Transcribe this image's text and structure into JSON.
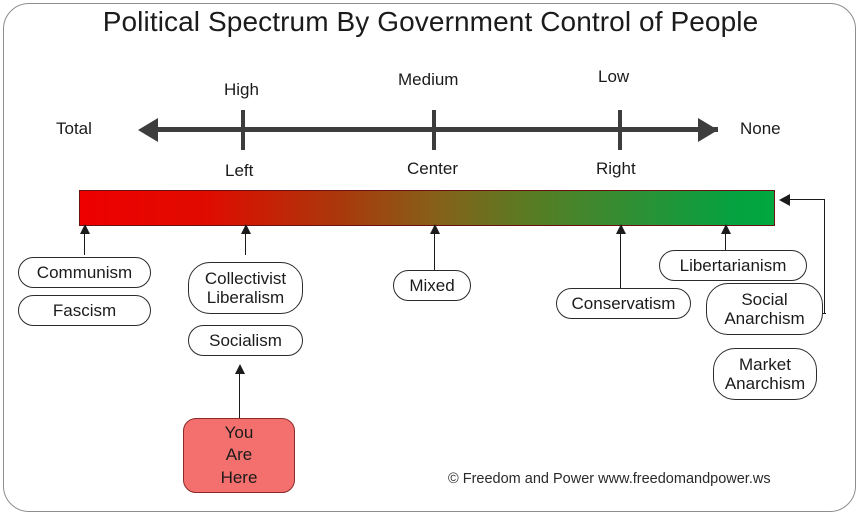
{
  "title": "Political Spectrum By Government Control of People",
  "axis": {
    "left_end_label": "Total",
    "right_end_label": "None",
    "ticks": [
      {
        "above": "High",
        "below": "Left"
      },
      {
        "above": "Medium",
        "below": "Center"
      },
      {
        "above": "Low",
        "below": "Right"
      }
    ]
  },
  "spectrum": {
    "left_color": "#ee0000",
    "mid_color": "#84621a",
    "right_color": "#00a83f",
    "border_color": "#6b1111"
  },
  "labels": [
    {
      "text": "Communism"
    },
    {
      "text": "Fascism"
    },
    {
      "text": "Collectivist\nLiberalism"
    },
    {
      "text": "Socialism"
    },
    {
      "text": "Mixed"
    },
    {
      "text": "Conservatism"
    },
    {
      "text": "Libertarianism"
    },
    {
      "text": "Social\nAnarchism"
    },
    {
      "text": "Market\nAnarchism"
    }
  ],
  "marker": {
    "lines": [
      "You",
      "Are",
      "Here"
    ],
    "fill_color": "#f4706e"
  },
  "footer": "© Freedom and Power www.freedomandpower.ws",
  "chart_data": {
    "type": "bar",
    "title": "Political Spectrum By Government Control of People",
    "xlabel": "Government Control of People",
    "ylabel": "",
    "grid": false,
    "legend": "none",
    "axis_endpoints": {
      "left": "Total",
      "right": "None"
    },
    "categories": [
      "Left",
      "Center",
      "Right"
    ],
    "tick_levels": [
      "High",
      "Medium",
      "Low"
    ],
    "annotations": [
      {
        "label": "Communism",
        "position": "far-left",
        "control": "Total"
      },
      {
        "label": "Fascism",
        "position": "far-left",
        "control": "Total"
      },
      {
        "label": "Collectivist Liberalism",
        "position": "left",
        "control": "High"
      },
      {
        "label": "Socialism",
        "position": "left",
        "control": "High"
      },
      {
        "label": "Mixed",
        "position": "center",
        "control": "Medium"
      },
      {
        "label": "Conservatism",
        "position": "right",
        "control": "Low"
      },
      {
        "label": "Libertarianism",
        "position": "far-right",
        "control": "Low"
      },
      {
        "label": "Social Anarchism",
        "position": "far-right",
        "control": "None"
      },
      {
        "label": "Market Anarchism",
        "position": "far-right",
        "control": "None"
      },
      {
        "label": "You Are Here",
        "position": "left",
        "control": "High"
      }
    ]
  }
}
